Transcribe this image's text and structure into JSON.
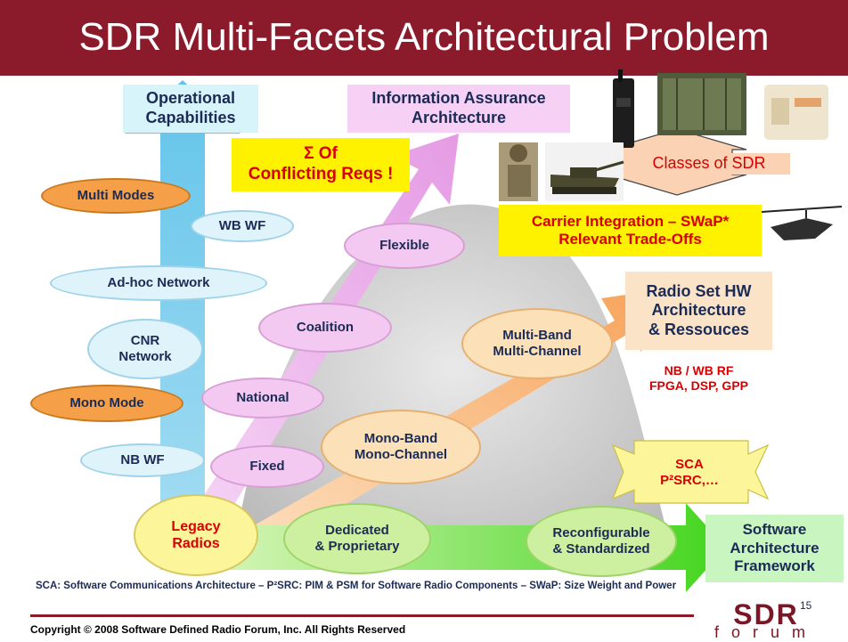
{
  "title": "SDR Multi-Facets Architectural Problem",
  "headers": {
    "operational_capabilities": [
      "Operational",
      "Capabilities"
    ],
    "information_assurance": [
      "Information Assurance",
      "Architecture"
    ],
    "sum_conflicting": [
      "Σ Of",
      "Conflicting Reqs !"
    ],
    "classes_of_sdr": "Classes of SDR",
    "carrier_integration": [
      "Carrier Integration – SWaP*",
      "Relevant Trade-Offs"
    ],
    "radio_set_hw": [
      "Radio Set HW",
      "Architecture",
      "& Ressouces"
    ],
    "rf_list": [
      "NB / WB RF",
      "FPGA, DSP, GPP"
    ],
    "sca_badge": [
      "SCA",
      "P²SRC,…"
    ],
    "software_framework": [
      "Software",
      "Architecture",
      "Framework"
    ]
  },
  "left_column": {
    "multi_modes": "Multi Modes",
    "wb_wf": "WB WF",
    "adhoc": "Ad-hoc Network",
    "cnr": [
      "CNR",
      "Network"
    ],
    "mono_mode": "Mono Mode",
    "nb_wf": "NB WF"
  },
  "pink_column": {
    "flexible": "Flexible",
    "coalition": "Coalition",
    "national": "National",
    "fixed": "Fixed"
  },
  "orange_column": {
    "multi_band": [
      "Multi-Band",
      "Multi-Channel"
    ],
    "mono_band": [
      "Mono-Band",
      "Mono-Channel"
    ]
  },
  "bottom_row": {
    "legacy": [
      "Legacy",
      "Radios"
    ],
    "dedicated": [
      "Dedicated",
      "& Proprietary"
    ],
    "reconfigurable": [
      "Reconfigurable",
      "& Standardized"
    ]
  },
  "footnote": "SCA: Software Communications Architecture – P²SRC: PIM & PSM for Software Radio Components – SWaP: Size Weight and Power",
  "page_number": "15",
  "copyright": "Copyright © 2008 Software Defined Radio Forum, Inc. All Rights Reserved",
  "logo": {
    "top": "SDR",
    "bottom": "forum"
  },
  "colors": {
    "title_bar": "#8b1a2b",
    "accent_red": "#d80000",
    "navy": "#1b2b55"
  }
}
